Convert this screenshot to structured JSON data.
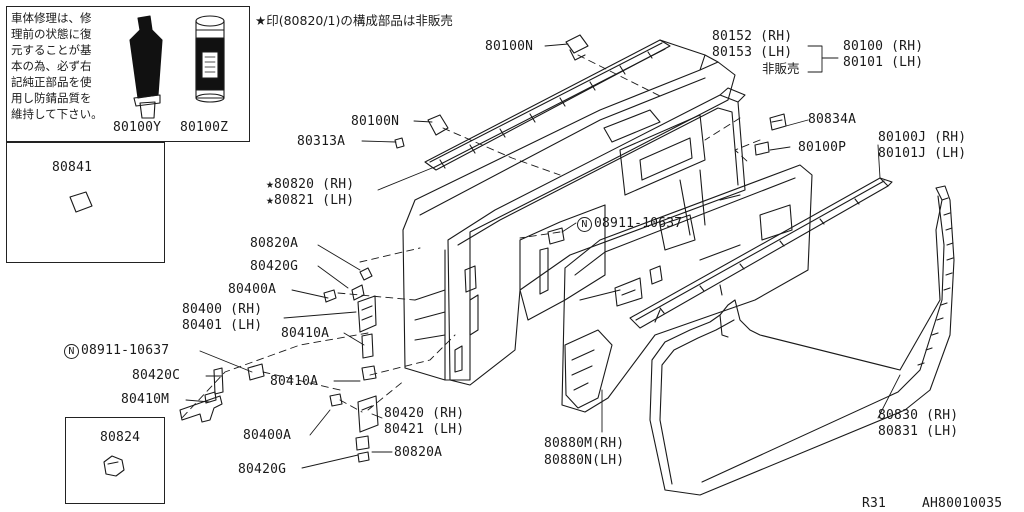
{
  "header_note": "★印(80820/1)の構成部品は非販売",
  "repair_note": [
    "車体修理は、修",
    "理前の状態に復",
    "元することが基",
    "本の為、必ず右",
    "記純正部品を使",
    "用し防錆品質を",
    "維持して下さい。"
  ],
  "parts": {
    "p80100Y": "80100Y",
    "p80100Z": "80100Z",
    "p80841": "80841",
    "p80824": "80824",
    "p80100N_top": "80100N",
    "p80100N_mid": "80100N",
    "p80313A": "80313A",
    "p80820": "★80820 (RH)",
    "p80821": "★80821 (LH)",
    "p80152": "80152 (RH)",
    "p80153": "80153 (LH)",
    "not_sold": "非販売",
    "p80100": "80100 (RH)",
    "p80101": "80101 (LH)",
    "p80834A": "80834A",
    "p80100J": "80100J (RH)",
    "p80101J": "80101J (LH)",
    "p80100P": "80100P",
    "p08911_right": "08911-10637",
    "p08911_left": "08911-10637",
    "nut_symbol": "N",
    "p80820A_top": "80820A",
    "p80420G_top": "80420G",
    "p80400A_top": "80400A",
    "p80400": "80400 (RH)",
    "p80401": "80401 (LH)",
    "p80410A_top": "80410A",
    "p80420C": "80420C",
    "p80410M": "80410M",
    "p80410A_bot": "80410A",
    "p80400A_bot": "80400A",
    "p80420": "80420 (RH)",
    "p80421": "80421 (LH)",
    "p80420G_bot": "80420G",
    "p80820A_bot": "80820A",
    "p80880M": "80880M(RH)",
    "p80880N": "80880N(LH)",
    "p80830": "80830 (RH)",
    "p80831": "80831 (LH)"
  },
  "footer": {
    "model": "R31",
    "diagram_id": "AH80010035"
  }
}
